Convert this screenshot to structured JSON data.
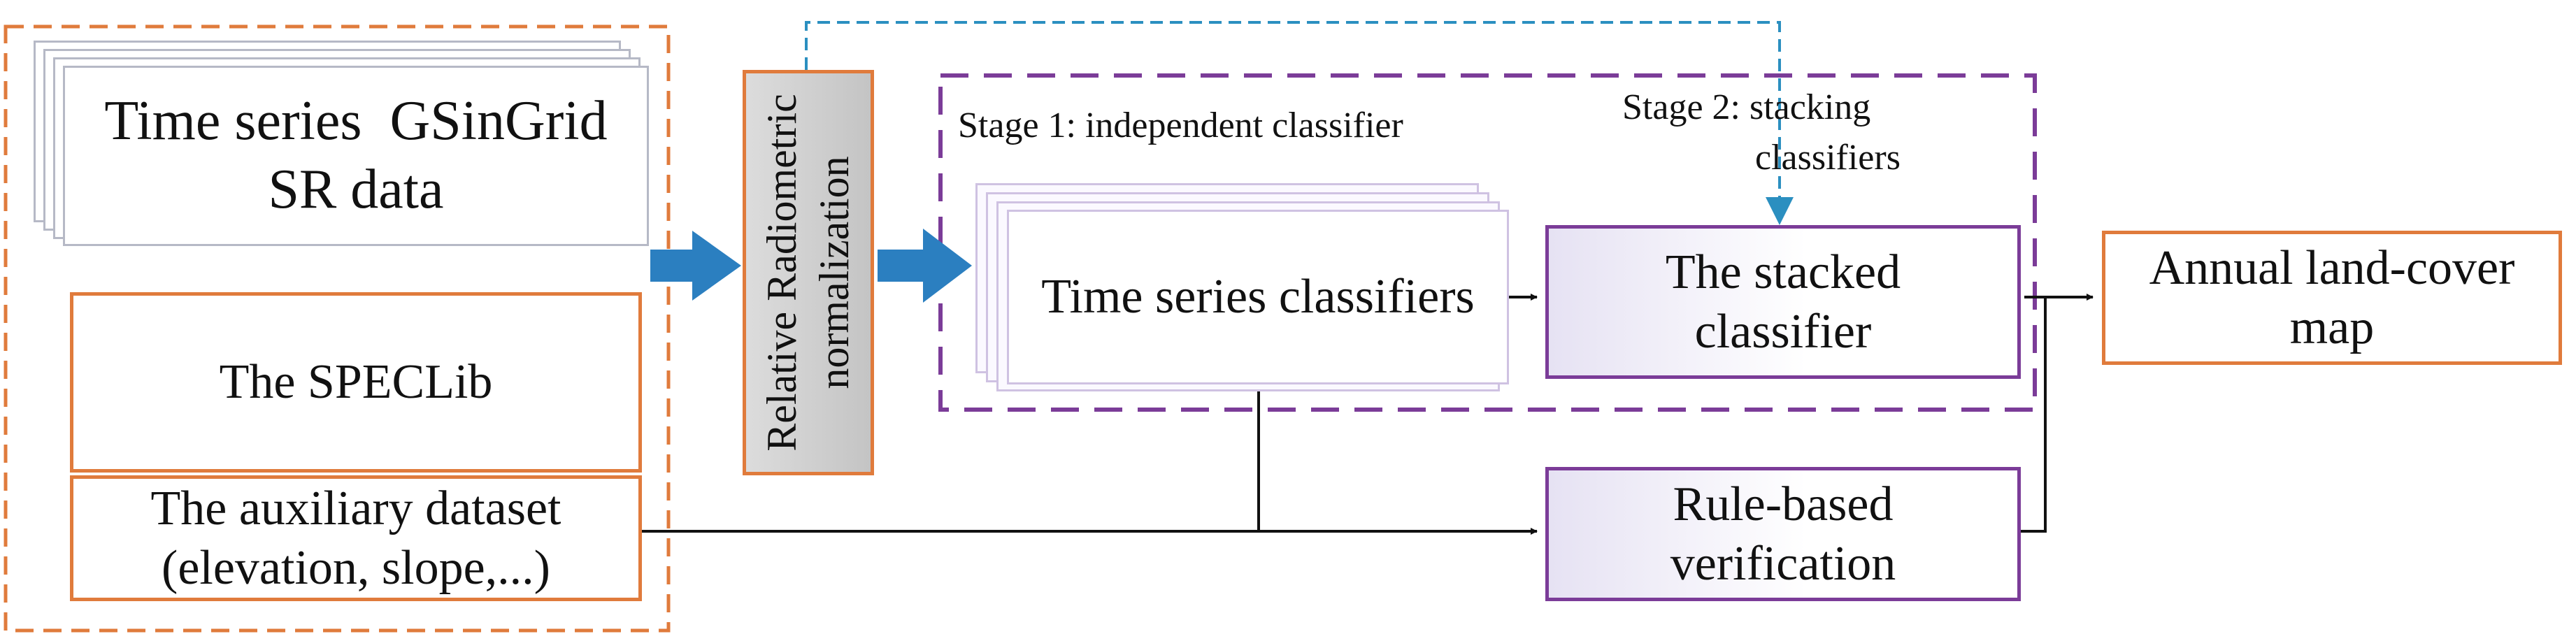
{
  "boxes": {
    "time_series_line1": "Time series  GSinGrid",
    "time_series_line2": "SR data",
    "speclib": "The SPECLib",
    "auxiliary_line1": "The auxiliary dataset",
    "auxiliary_line2": "(elevation, slope,...)",
    "normalization_line1": "Relative Radiometric",
    "normalization_line2": "normalization",
    "stage1_label": "Stage 1: independent classifier",
    "stage2_line1": "Stage 2: stacking",
    "stage2_line2": "classifiers",
    "time_series_classifiers": "Time series classifiers",
    "stacked_line1": "The stacked",
    "stacked_line2": "classifier",
    "rule_line1": "Rule-based",
    "rule_line2": "verification",
    "output_line1": "Annual land-cover",
    "output_line2": "map"
  },
  "colors": {
    "orange": "#e07b3c",
    "purple": "#7b3c98",
    "blue_arrow": "#2b7fc0",
    "dashed_blue": "#2b8fc0",
    "black": "#111111"
  }
}
